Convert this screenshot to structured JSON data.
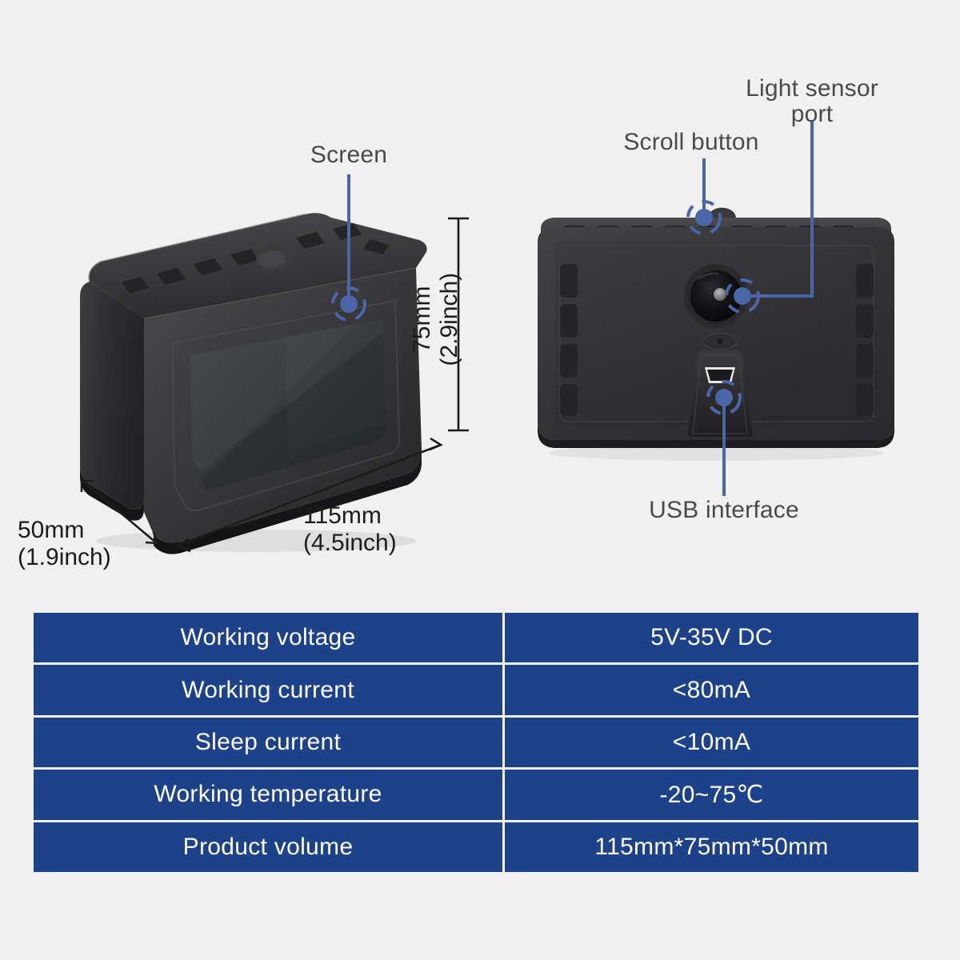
{
  "colors": {
    "background": "#f0f0f0",
    "table_blue": "#1e4289",
    "callout_blue": "#4a66a8",
    "label_text": "#4a4a4a",
    "dimension_text": "#1c1c1c",
    "device_body": "#2e2e30"
  },
  "callouts": {
    "screen": {
      "label": "Screen"
    },
    "scroll_button": {
      "label": "Scroll button"
    },
    "light_sensor_port": {
      "label": "Light sensor\nport"
    },
    "usb_interface": {
      "label": "USB interface"
    }
  },
  "dimensions": {
    "height": {
      "mm": "75mm",
      "inch": "(2.9inch)",
      "combined": "75mm\n(2.9inch)"
    },
    "width": {
      "mm": "115mm",
      "inch": "(4.5inch)",
      "combined": "115mm\n(4.5inch)"
    },
    "depth": {
      "mm": "50mm",
      "inch": "(1.9inch)",
      "combined": "50mm\n(1.9inch)"
    }
  },
  "spec_table": {
    "rows": [
      {
        "label": "Working voltage",
        "value": "5V-35V DC"
      },
      {
        "label": "Working current",
        "value": "<80mA"
      },
      {
        "label": "Sleep current",
        "value": "<10mA"
      },
      {
        "label": "Working temperature",
        "value": "-20~75℃"
      },
      {
        "label": "Product volume",
        "value": "115mm*75mm*50mm"
      }
    ]
  }
}
